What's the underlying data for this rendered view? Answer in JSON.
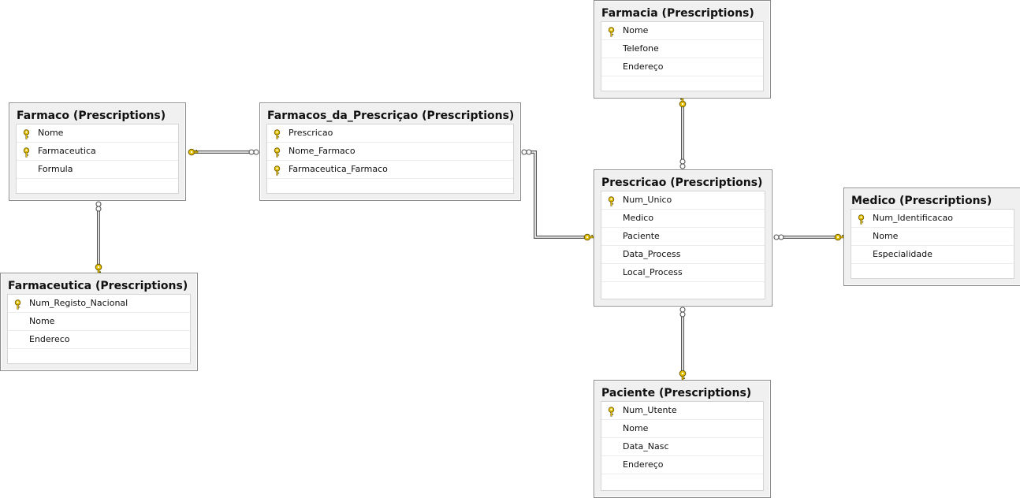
{
  "tables": [
    {
      "id": "farmacia",
      "title": "Farmacia (Prescriptions)",
      "columns": [
        {
          "name": "Nome",
          "key": true
        },
        {
          "name": "Telefone",
          "key": false
        },
        {
          "name": "Endereço",
          "key": false
        }
      ]
    },
    {
      "id": "farmaco",
      "title": "Farmaco (Prescriptions)",
      "columns": [
        {
          "name": "Nome",
          "key": true
        },
        {
          "name": "Farmaceutica",
          "key": true
        },
        {
          "name": "Formula",
          "key": false
        }
      ]
    },
    {
      "id": "farmacos_da_prescricao",
      "title": "Farmacos_da_Prescriçao (Prescriptions)",
      "columns": [
        {
          "name": "Prescricao",
          "key": true
        },
        {
          "name": "Nome_Farmaco",
          "key": true
        },
        {
          "name": "Farmaceutica_Farmaco",
          "key": true
        }
      ]
    },
    {
      "id": "prescricao",
      "title": "Prescricao (Prescriptions)",
      "columns": [
        {
          "name": "Num_Unico",
          "key": true
        },
        {
          "name": "Medico",
          "key": false
        },
        {
          "name": "Paciente",
          "key": false
        },
        {
          "name": "Data_Process",
          "key": false
        },
        {
          "name": "Local_Process",
          "key": false
        }
      ]
    },
    {
      "id": "medico",
      "title": "Medico (Prescriptions)",
      "columns": [
        {
          "name": "Num_Identificacao",
          "key": true
        },
        {
          "name": "Nome",
          "key": false
        },
        {
          "name": "Especialidade",
          "key": false
        }
      ]
    },
    {
      "id": "farmaceutica",
      "title": "Farmaceutica (Prescriptions)",
      "columns": [
        {
          "name": "Num_Registo_Nacional",
          "key": true
        },
        {
          "name": "Nome",
          "key": false
        },
        {
          "name": "Endereco",
          "key": false
        }
      ]
    },
    {
      "id": "paciente",
      "title": "Paciente (Prescriptions)",
      "columns": [
        {
          "name": "Num_Utente",
          "key": true
        },
        {
          "name": "Nome",
          "key": false
        },
        {
          "name": "Data_Nasc",
          "key": false
        },
        {
          "name": "Endereço",
          "key": false
        }
      ]
    }
  ],
  "relationships": [
    {
      "from": "farmacos_da_prescricao",
      "to": "farmaco"
    },
    {
      "from": "farmaco",
      "to": "farmaceutica"
    },
    {
      "from": "farmacos_da_prescricao",
      "to": "prescricao"
    },
    {
      "from": "prescricao",
      "to": "farmacia"
    },
    {
      "from": "prescricao",
      "to": "medico"
    },
    {
      "from": "prescricao",
      "to": "paciente"
    }
  ],
  "colors": {
    "key_icon": "#e6c000",
    "connector": "#555555",
    "table_border": "#8a8a8a",
    "table_bg": "#f0f0f0"
  },
  "icons": {
    "primary_key": "key-icon",
    "many_end": "infinity-icon",
    "one_end": "key-icon"
  }
}
